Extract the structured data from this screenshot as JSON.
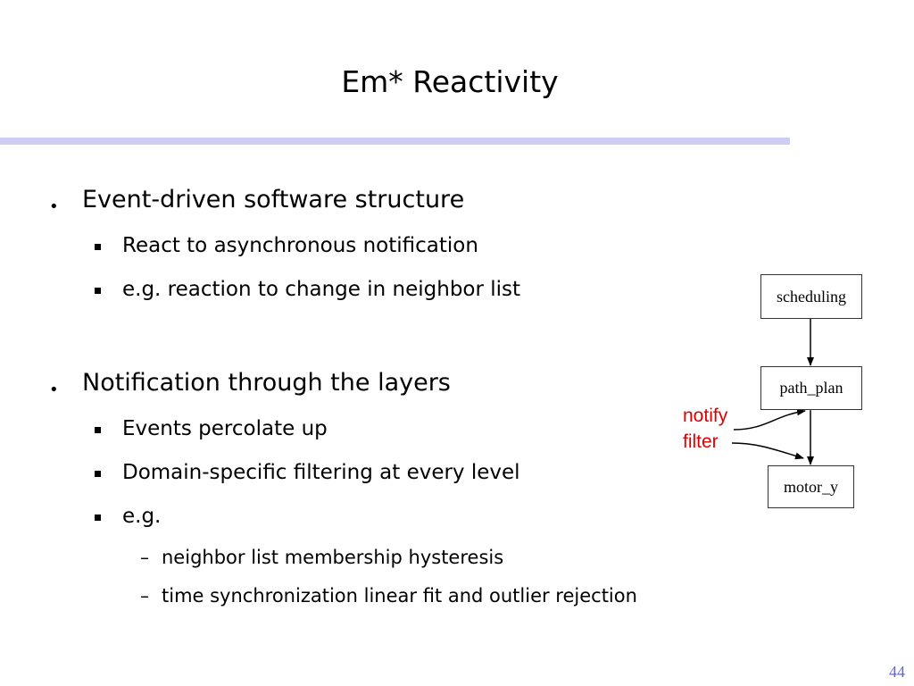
{
  "slide": {
    "title": "Em* Reactivity",
    "page_number": "44",
    "accent_color": "#ccccf5"
  },
  "bullets": [
    {
      "text": "Event-driven software structure",
      "sub": [
        "React to asynchronous notification",
        "e.g. reaction to change in neighbor list"
      ]
    },
    {
      "text": "Notification through the layers",
      "sub": [
        "Events percolate up",
        "Domain-specific filtering at every level",
        "e.g."
      ],
      "subsub": [
        "neighbor list membership hysteresis",
        "time synchronization linear fit and outlier rejection"
      ]
    }
  ],
  "markers": {
    "bullet": "•",
    "dash": "–"
  },
  "diagram": {
    "boxes": [
      "scheduling",
      "path_plan",
      "motor_y"
    ],
    "labels": [
      "notify",
      "filter"
    ],
    "label_color": "#e00000"
  }
}
